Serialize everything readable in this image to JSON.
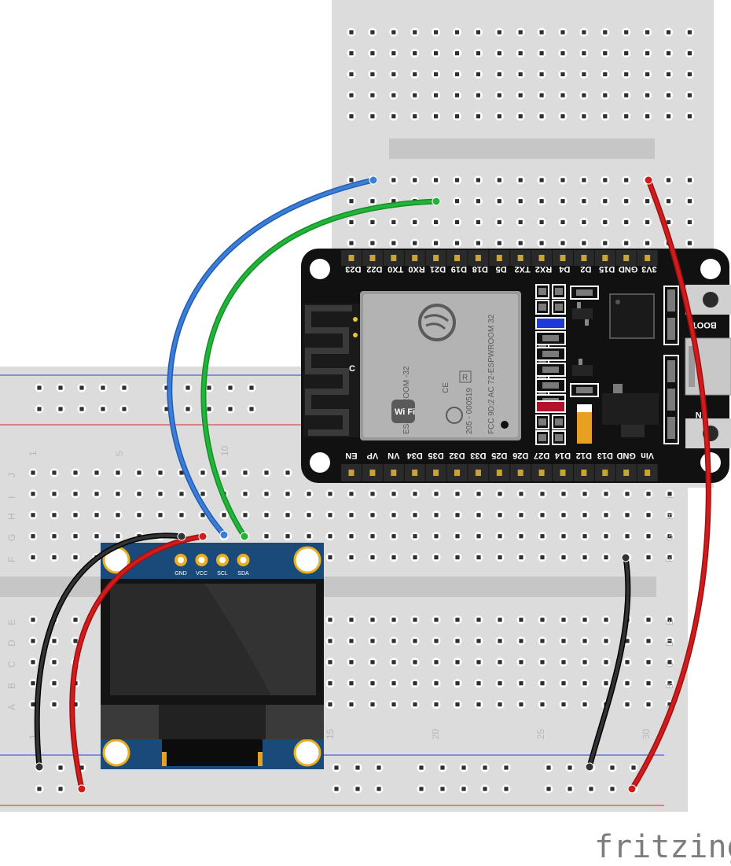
{
  "breadboard": {
    "column_numbers": [
      "1",
      "5",
      "10",
      "15",
      "20",
      "25",
      "30"
    ],
    "row_letters_top": [
      "J",
      "I",
      "H",
      "G",
      "F"
    ],
    "row_letters_bottom": [
      "E",
      "D",
      "C",
      "B",
      "A"
    ]
  },
  "esp32": {
    "top_pins": [
      "3V3",
      "GND",
      "D15",
      "D2",
      "D4",
      "RX2",
      "TX2",
      "D5",
      "D18",
      "D19",
      "D21",
      "RX0",
      "TX0",
      "D22",
      "D23"
    ],
    "bottom_pins": [
      "EN",
      "VP",
      "VN",
      "D34",
      "D35",
      "D32",
      "D33",
      "D25",
      "D26",
      "D27",
      "D14",
      "D12",
      "D13",
      "GND",
      "Vin"
    ],
    "module_lines": [
      "ESP - WROOM -32",
      "205 - 000519",
      "FCC 9D:2 AC 72-ESPWROOM 32"
    ],
    "module_ce": "CE",
    "module_r": "R",
    "module_wifi": "Wi Fi",
    "antenna_c": "C",
    "boot_label": "BOOT",
    "en_label": "EN"
  },
  "oled": {
    "pins": [
      "GND",
      "VCC",
      "SCL",
      "SDA"
    ]
  },
  "colors": {
    "wire_blue": "#3b7dd8",
    "wire_green": "#22b33a",
    "wire_red": "#d01c1c",
    "wire_black": "#222222",
    "board_black": "#111111",
    "oled_blue": "#1a4a7a"
  },
  "logo": "fritzing"
}
